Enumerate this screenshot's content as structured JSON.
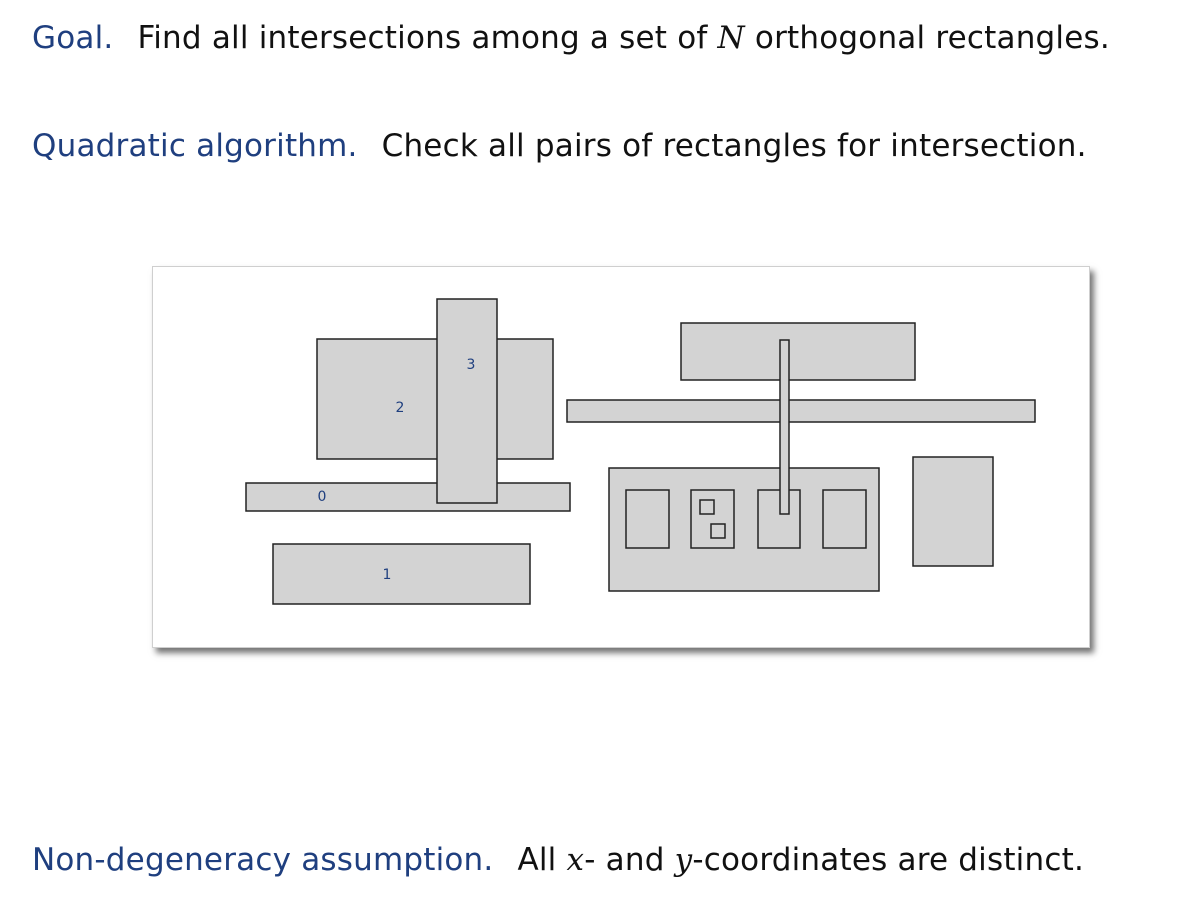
{
  "goal": {
    "keyword": "Goal.",
    "text_before": "Find all intersections among a set of ",
    "var": "N",
    "text_after": " orthogonal rectangles."
  },
  "quadratic": {
    "keyword": "Quadratic algorithm.",
    "text": "Check all pairs of rectangles for intersection."
  },
  "nondegeneracy": {
    "keyword": "Non-degeneracy assumption.",
    "text_pre": "All ",
    "var_x": "x",
    "text_mid": "- and ",
    "var_y": "y",
    "text_post": "-coordinates are distinct."
  },
  "figure": {
    "colors": {
      "fill": "#d3d3d3",
      "stroke": "#222222",
      "label": "#1f3f7f"
    },
    "labels": [
      "0",
      "1",
      "2",
      "3"
    ]
  }
}
